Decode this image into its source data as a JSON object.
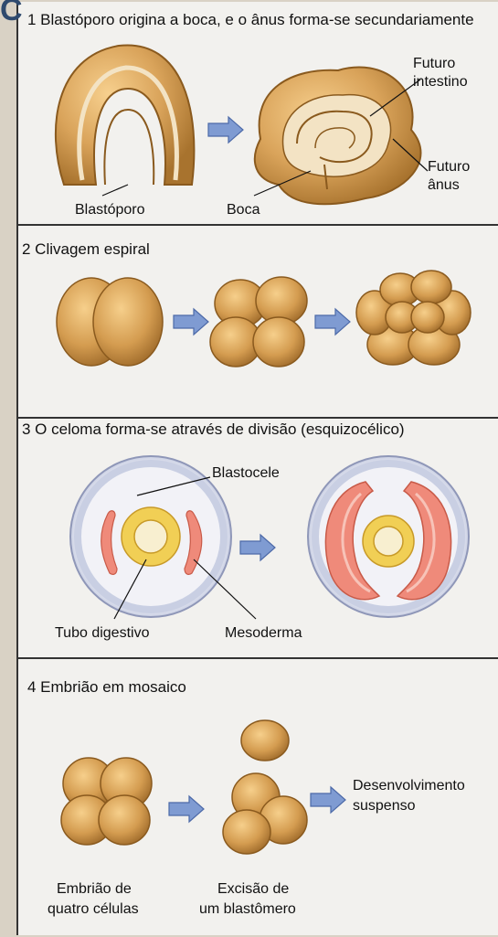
{
  "sections": [
    {
      "number": "1",
      "title": "Blastóporo origina a boca, e o ânus forma-se secundariamente",
      "labels": {
        "blastopore": "Blastóporo",
        "mouth": "Boca",
        "gut": "Futuro intestino",
        "anus": "Futuro ânus"
      }
    },
    {
      "number": "2",
      "title": "Clivagem espiral"
    },
    {
      "number": "3",
      "title": "O celoma forma-se através de divisão (esquizocélico)",
      "labels": {
        "blastocoel": "Blastocele",
        "gut_tube": "Tubo digestivo",
        "mesoderm": "Mesoderma"
      }
    },
    {
      "number": "4",
      "title": "Embrião em mosaico",
      "labels": {
        "four_cell": "Embrião de quatro células",
        "excision": "Excisão de um blastômero",
        "suspended": "Desenvolvimento suspenso"
      }
    }
  ],
  "corner_glyph": "C",
  "colors": {
    "egg": "#d9a35a",
    "egg_dark": "#a8732e",
    "arrow": "#7f9bd2",
    "ring": "#c9cfe3",
    "mesoderm": "#ef8a7a",
    "gut": "#f1cf55"
  }
}
